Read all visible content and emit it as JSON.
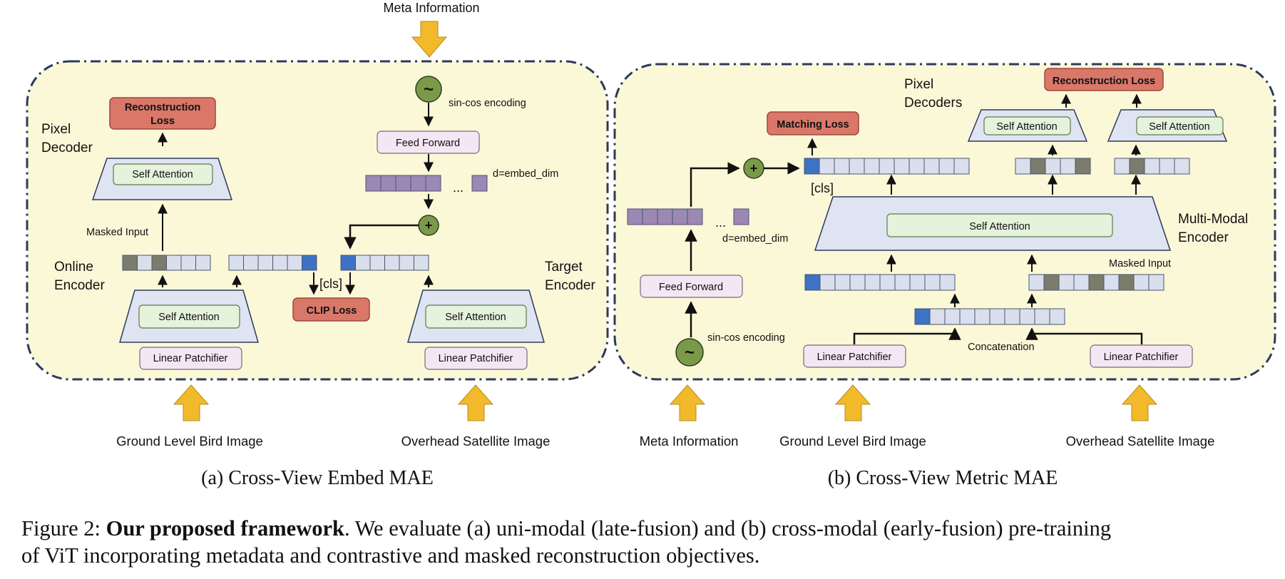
{
  "meta_information_top": "Meta Information",
  "panel_a": {
    "caption": "(a) Cross-View Embed MAE",
    "reconstruction_loss_line1": "Reconstruction",
    "reconstruction_loss_line2": "Loss",
    "pixel_decoder_line1": "Pixel",
    "pixel_decoder_line2": "Decoder",
    "decoder_self_attention": "Self Attention",
    "masked_input": "Masked Input",
    "online_encoder_line1": "Online",
    "online_encoder_line2": "Encoder",
    "online_self_attention": "Self Attention",
    "online_linear_patchifier": "Linear Patchifier",
    "cls": "[cls]",
    "clip_loss": "CLIP Loss",
    "sin_cos_encoding": "sin-cos encoding",
    "feed_forward": "Feed Forward",
    "embed_dots": "...",
    "d_embed_dim": "d=embed_dim",
    "plus": "+",
    "tilde": "~",
    "target_encoder_line1": "Target",
    "target_encoder_line2": "Encoder",
    "target_self_attention": "Self Attention",
    "target_linear_patchifier": "Linear Patchifier",
    "ground_image": "Ground Level Bird Image",
    "overhead_image": "Overhead Satellite Image"
  },
  "panel_b": {
    "caption": "(b) Cross-View Metric MAE",
    "reconstruction_loss": "Reconstruction Loss",
    "pixel_decoders_line1": "Pixel",
    "pixel_decoders_line2": "Decoders",
    "decoder1_self_attention": "Self Attention",
    "decoder2_self_attention": "Self Attention",
    "matching_loss": "Matching Loss",
    "plus": "+",
    "cls": "[cls]",
    "embed_dots": "...",
    "d_embed_dim": "d=embed_dim",
    "encoder_self_attention": "Self Attention",
    "multi_modal_line1": "Multi-Modal",
    "multi_modal_line2": "Encoder",
    "masked_input": "Masked Input",
    "feed_forward": "Feed Forward",
    "sin_cos_encoding": "sin-cos encoding",
    "tilde": "~",
    "concatenation": "Concatenation",
    "linear_patchifier_left": "Linear Patchifier",
    "linear_patchifier_right": "Linear Patchifier",
    "meta_information": "Meta Information",
    "ground_image": "Ground Level Bird Image",
    "overhead_image": "Overhead Satellite Image"
  },
  "figure_caption": {
    "label": "Figure 2:",
    "bold": "Our proposed framework",
    "rest_line1": ". We evaluate (a) uni-modal (late-fusion) and (b) cross-modal (early-fusion) pre-training",
    "line2": "of ViT incorporating metadata and contrastive and masked reconstruction objectives."
  },
  "colors": {
    "panel_fill": "#fbf8d8",
    "panel_border": "#2d3a5a",
    "trapezoid_fill": "#dfe4f3",
    "attention_fill": "#e5f2dc",
    "loss_fill": "#d97768",
    "ff_fill": "#f5e6f3",
    "token_light": "#d9dfec",
    "token_dark": "#7c7c6c",
    "token_cls": "#3d72c4",
    "token_embed": "#9c88b4",
    "arrow_yellow": "#f2b92b",
    "tilde_green": "#7a9a4a"
  },
  "icons": {
    "big_arrow": "yellow-up-down-arrow",
    "encoding": "sin-cos-circle-icon",
    "plus": "plus-circle-icon"
  }
}
